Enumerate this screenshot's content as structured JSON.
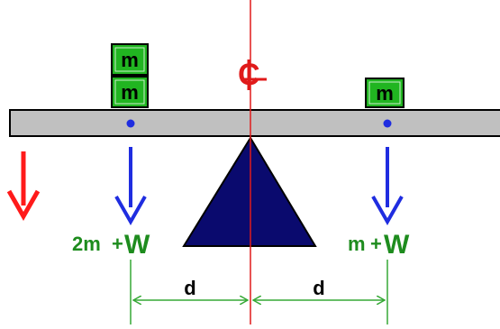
{
  "masses": {
    "left_top": "m",
    "left_bottom": "m",
    "right": "m"
  },
  "centerline": {
    "symbol": "C",
    "symbol_hint": "centerline-symbol"
  },
  "forces": {
    "left_label_mass": "2m",
    "left_label_plus": "+",
    "left_label_w": "W",
    "right_label_mass": "m",
    "right_label_plus": "+",
    "right_label_w": "W"
  },
  "dimensions": {
    "left": "d",
    "right": "d"
  },
  "colors": {
    "beam_fill": "#c0c0c0",
    "mass_fill": "#21b521",
    "mass_text": "#000000",
    "fulcrum": "#0a0a6e",
    "force_arrow": "#1f2de0",
    "moment_arrow": "#ff1a1a",
    "centerline": "#e01a1a",
    "label_green": "#1e8c1e",
    "dim_green": "#35a835"
  }
}
